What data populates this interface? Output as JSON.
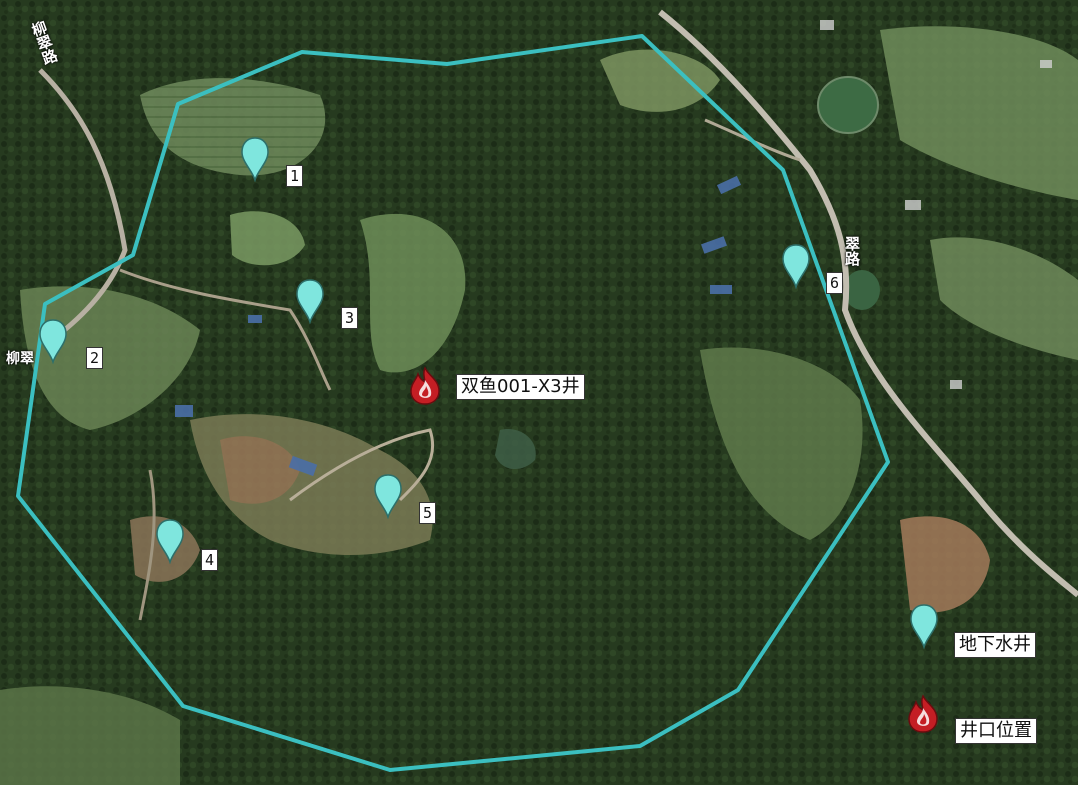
{
  "map": {
    "imagery": "satellite",
    "boundary_color": "#3bbfc0",
    "pin_color": "#7fe6de",
    "fire_color": "#c41e24"
  },
  "road_labels": {
    "top_left": "柳翠路",
    "left_edge": "柳翠",
    "right_mid": "翠路"
  },
  "points": [
    {
      "id": "1",
      "label": "1",
      "icon": "map-pin-icon"
    },
    {
      "id": "2",
      "label": "2",
      "icon": "map-pin-icon"
    },
    {
      "id": "3",
      "label": "3",
      "icon": "map-pin-icon"
    },
    {
      "id": "4",
      "label": "4",
      "icon": "map-pin-icon"
    },
    {
      "id": "5",
      "label": "5",
      "icon": "map-pin-icon"
    },
    {
      "id": "6",
      "label": "6",
      "icon": "map-pin-icon"
    },
    {
      "id": "groundwater",
      "label": "地下水井",
      "icon": "map-pin-icon"
    }
  ],
  "wells": [
    {
      "id": "main",
      "label": "双鱼001-X3井",
      "icon": "flame-icon"
    },
    {
      "id": "legend",
      "label": "井口位置",
      "icon": "flame-icon"
    }
  ]
}
